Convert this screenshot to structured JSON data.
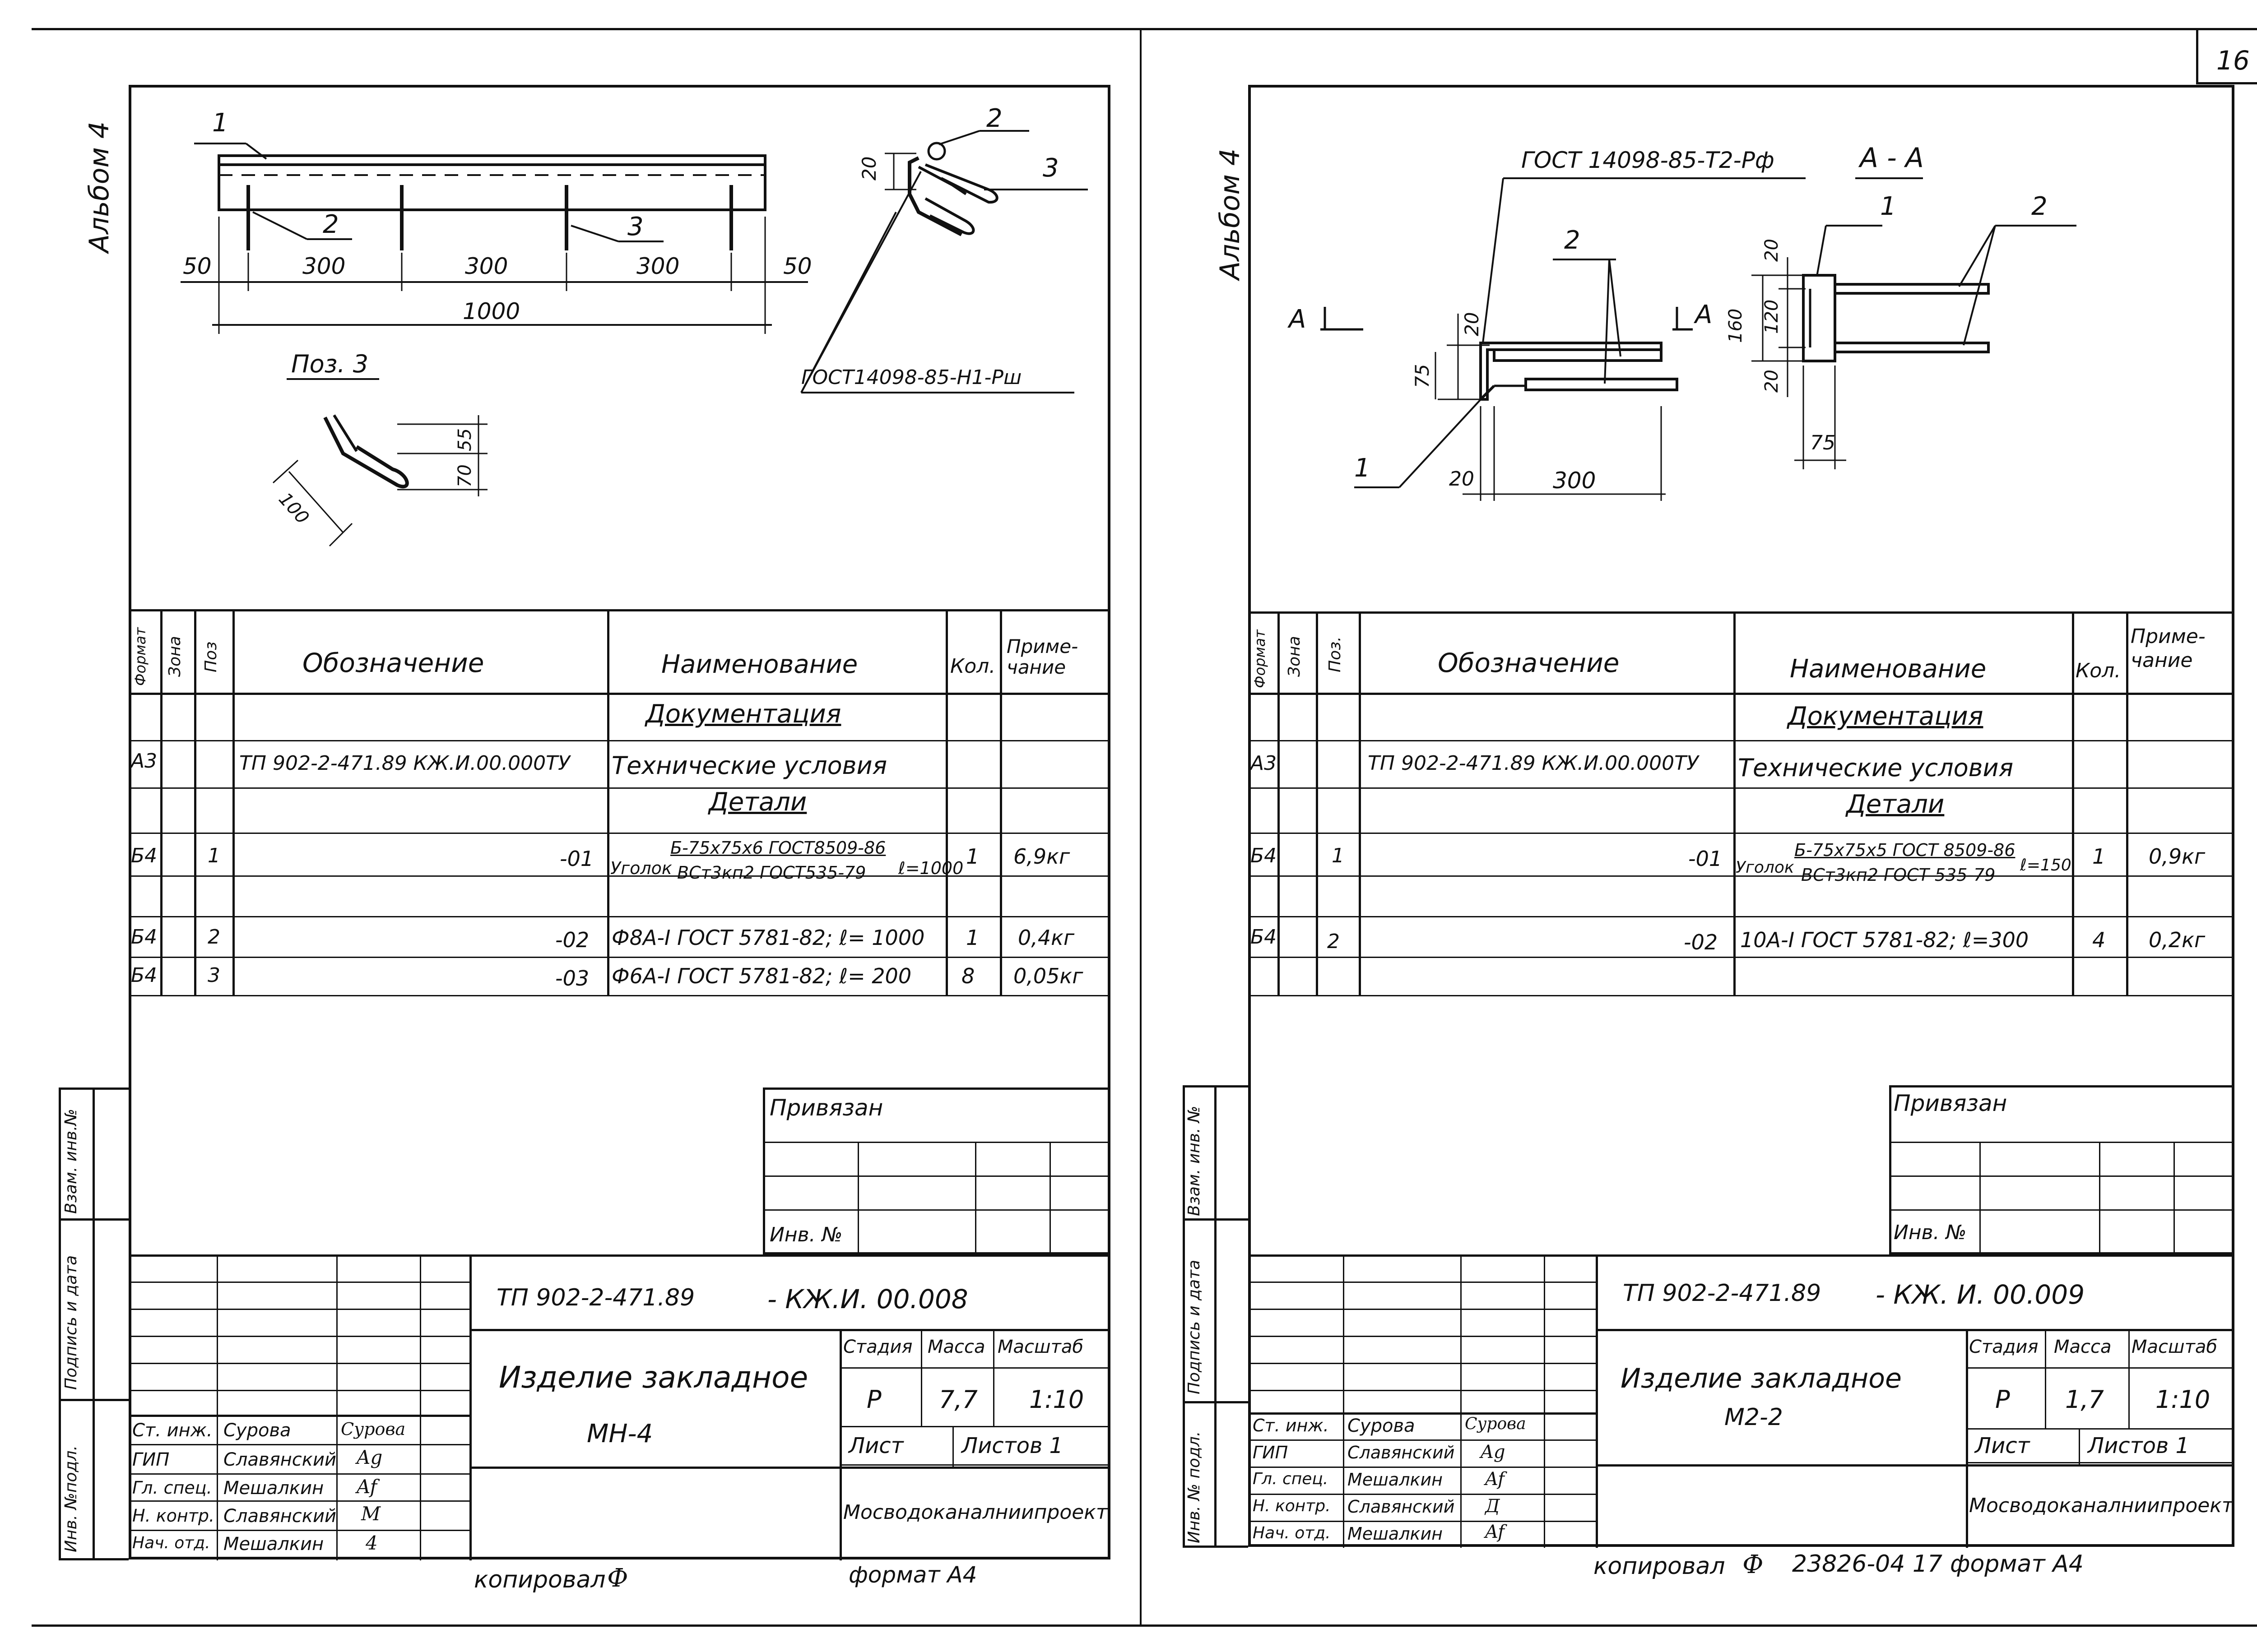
{
  "page": {
    "number": "16",
    "copied_left": "копировал",
    "copied_mark_left": "Ф",
    "format_left": "формат А4",
    "copied_right": "копировал",
    "copied_mark_right": "Ф",
    "copied_code_right": "23826-04 17",
    "format_right": "формат А4"
  },
  "left": {
    "album": "Альбом 4",
    "binding_strip": [
      "Инв. №подл.",
      "Подпись и дата",
      "Взам. инв.№"
    ],
    "drawing": {
      "callout_1": "1",
      "callout_2": "2",
      "callout_3": "3",
      "callout_2b": "2",
      "callout_3b": "3",
      "dims": [
        "50",
        "300",
        "300",
        "300",
        "50"
      ],
      "overall": "1000",
      "section_dim": "20",
      "gost_label": "ГОСТ14098-85-Н1-Рш",
      "pos_title": "Поз. 3",
      "pos_dims": [
        "55",
        "70",
        "100"
      ]
    },
    "spec": {
      "headers": {
        "format": "Формат",
        "zone": "Зона",
        "pos": "Поз",
        "designation": "Обозначение",
        "name": "Наименование",
        "qty": "Кол.",
        "note": "Приме-чание"
      },
      "section_docs": "Документация",
      "row_docs": {
        "format": "А3",
        "designation": "ТП 902-2-471.89 КЖ.И.00.000ТУ",
        "name": "Технические условия"
      },
      "section_parts": "Детали",
      "rows": [
        {
          "format": "Б4",
          "pos": "1",
          "designation": "-01",
          "name_main": "Уголок",
          "name_top": "Б-75х75х6 ГОСТ8509-86",
          "name_bottom": "ВСт3кп2 ГОСТ535-79",
          "name_len": "ℓ=1000",
          "qty": "1",
          "note": "6,9кг"
        },
        {
          "format": "Б4",
          "pos": "2",
          "designation": "-02",
          "name": "Ф8А-I ГОСТ 5781-82; ℓ= 1000",
          "qty": "1",
          "note": "0,4кг"
        },
        {
          "format": "Б4",
          "pos": "3",
          "designation": "-03",
          "name": "Ф6А-I ГОСТ 5781-82; ℓ= 200",
          "qty": "8",
          "note": "0,05кг"
        }
      ]
    },
    "stamp": {
      "bound": "Привязан",
      "inv": "Инв. №",
      "code": "ТП 902-2-471.89",
      "code_suffix": "- КЖ.И. 00.008",
      "title": "Изделие закладное",
      "mark": "МН-4",
      "stage_label": "Стадия",
      "mass_label": "Масса",
      "scale_label": "Масштаб",
      "stage": "Р",
      "mass": "7,7",
      "scale": "1:10",
      "sheet_label": "Лист",
      "sheets_label": "Листов 1",
      "org": "Мосводоканалниипроект",
      "people": [
        {
          "role": "Ст. инж.",
          "name": "Сурова",
          "sign": "Сурова"
        },
        {
          "role": "ГИП",
          "name": "Славянский",
          "sign": "Ag"
        },
        {
          "role": "Гл. спец.",
          "name": "Мешалкин",
          "sign": "Af"
        },
        {
          "role": "Н. контр.",
          "name": "Славянский",
          "sign": "M"
        },
        {
          "role": "Нач. отд.",
          "name": "Мешалкин",
          "sign": "4"
        }
      ]
    }
  },
  "right": {
    "album": "Альбом 4",
    "binding_strip": [
      "Инв. № подл.",
      "Подпись и дата",
      "Взам. инв. №"
    ],
    "drawing": {
      "gost_label": "ГОСТ 14098-85-Т2-Рф",
      "section_title": "А - А",
      "callout_1": "1",
      "callout_2": "2",
      "callout_1b": "1",
      "callout_2b": "2",
      "cut_left": "А",
      "cut_right": "А",
      "dims_front": [
        "20",
        "75",
        "20",
        "300"
      ],
      "dims_section": [
        "20",
        "120",
        "160",
        "20",
        "75"
      ]
    },
    "spec": {
      "headers": {
        "format": "Формат",
        "zone": "Зона",
        "pos": "Поз.",
        "designation": "Обозначение",
        "name": "Наименование",
        "qty": "Кол.",
        "note": "Приме-чание"
      },
      "section_docs": "Документация",
      "row_docs": {
        "format": "А3",
        "designation": "ТП 902-2-471.89 КЖ.И.00.000ТУ",
        "name": "Технические условия"
      },
      "section_parts": "Детали",
      "rows": [
        {
          "format": "Б4",
          "pos": "1",
          "designation": "-01",
          "name_main": "Уголок",
          "name_top": "Б-75х75х5 ГОСТ 8509-86",
          "name_bottom": "ВСт3кп2 ГОСТ 535-79",
          "name_len": "ℓ=150",
          "qty": "1",
          "note": "0,9кг"
        },
        {
          "format": "Б4",
          "pos": "2",
          "designation": "-02",
          "name": "10А-I ГОСТ 5781-82; ℓ=300",
          "qty": "4",
          "note": "0,2кг"
        }
      ]
    },
    "stamp": {
      "bound": "Привязан",
      "inv": "Инв. №",
      "code": "ТП 902-2-471.89",
      "code_suffix": "- КЖ. И. 00.009",
      "title": "Изделие закладное",
      "mark": "М2-2",
      "stage_label": "Стадия",
      "mass_label": "Масса",
      "scale_label": "Масштаб",
      "stage": "Р",
      "mass": "1,7",
      "scale": "1:10",
      "sheet_label": "Лист",
      "sheets_label": "Листов 1",
      "org": "Мосводоканалниипроект",
      "people": [
        {
          "role": "Ст. инж.",
          "name": "Сурова",
          "sign": "Сурова"
        },
        {
          "role": "ГИП",
          "name": "Славянский",
          "sign": "Ag"
        },
        {
          "role": "Гл. спец.",
          "name": "Мешалкин",
          "sign": "Af"
        },
        {
          "role": "Н. контр.",
          "name": "Славянский",
          "sign": "Д"
        },
        {
          "role": "Нач. отд.",
          "name": "Мешалкин",
          "sign": "Af"
        }
      ]
    }
  }
}
